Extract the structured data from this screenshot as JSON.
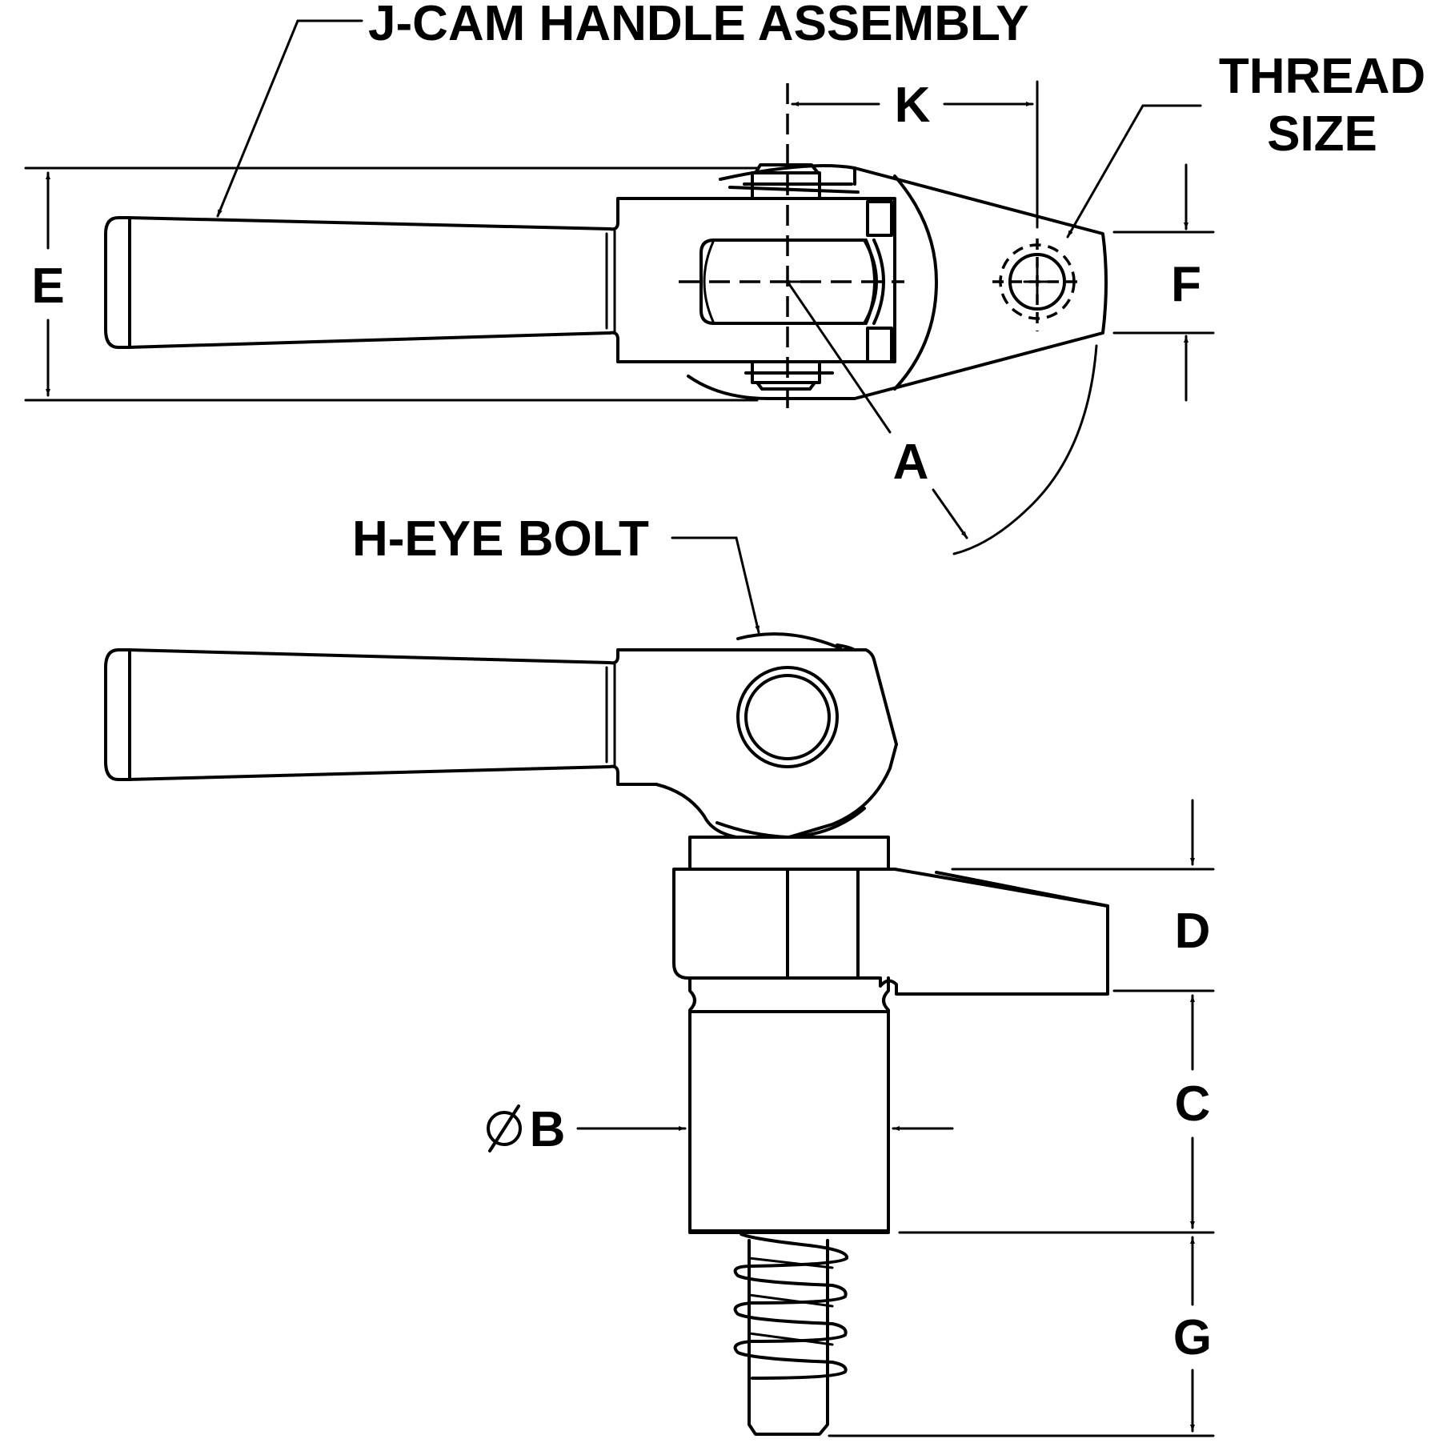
{
  "labels": {
    "assembly": "J-CAM HANDLE ASSEMBLY",
    "eye_bolt": "H-EYE BOLT",
    "thread_line1": "THREAD",
    "thread_line2": "SIZE"
  },
  "dimensions": {
    "a": "A",
    "b": "B",
    "c": "C",
    "d": "D",
    "e": "E",
    "f": "F",
    "g": "G",
    "k": "K"
  },
  "symbols": {
    "diameter": "diameter-symbol"
  },
  "colors": {
    "line": "#000000",
    "background": "#ffffff"
  }
}
